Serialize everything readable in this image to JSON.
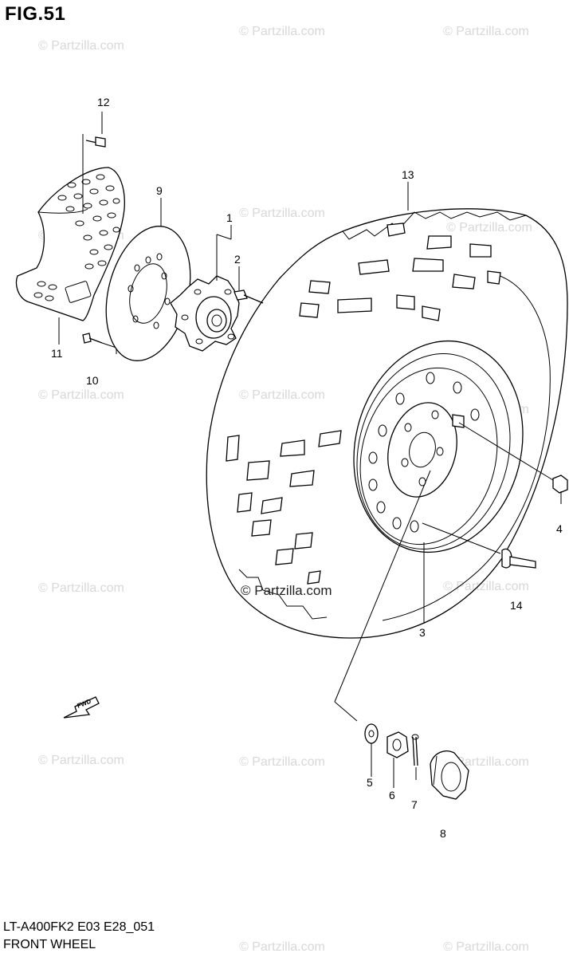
{
  "figure": {
    "title": "FIG.51",
    "model_code": "LT-A400FK2 E03 E28_051",
    "section_name": "FRONT WHEEL"
  },
  "watermark": {
    "text": "© Partzilla.com",
    "center_text": "© Partzilla.com"
  },
  "fwd_arrow_label": "FWD",
  "callouts": {
    "c1": "1",
    "c2": "2",
    "c3": "3",
    "c4": "4",
    "c5": "5",
    "c6": "6",
    "c7": "7",
    "c8": "8",
    "c9": "9",
    "c10": "10",
    "c11": "11",
    "c12": "12",
    "c13": "13",
    "c14": "14"
  }
}
